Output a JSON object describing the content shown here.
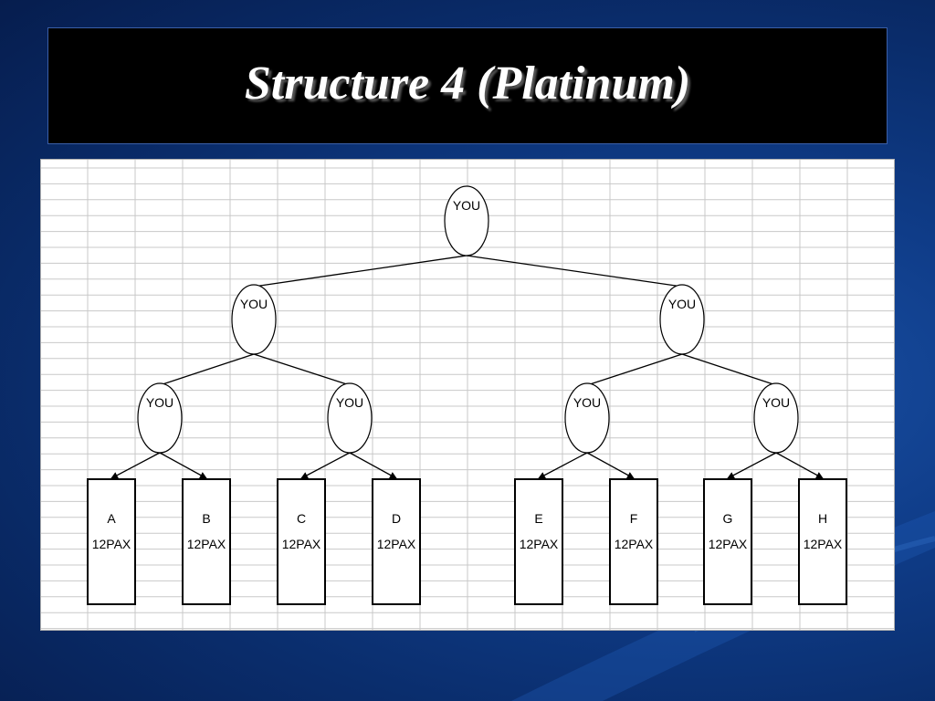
{
  "slide": {
    "title": "Structure 4 (Platinum)"
  },
  "tree": {
    "root": {
      "label": "YOU"
    },
    "level1": [
      {
        "label": "YOU"
      },
      {
        "label": "YOU"
      }
    ],
    "level2": [
      {
        "label": "YOU"
      },
      {
        "label": "YOU"
      },
      {
        "label": "YOU"
      },
      {
        "label": "YOU"
      }
    ],
    "leaves": [
      {
        "name": "A",
        "pax": "12PAX"
      },
      {
        "name": "B",
        "pax": "12PAX"
      },
      {
        "name": "C",
        "pax": "12PAX"
      },
      {
        "name": "D",
        "pax": "12PAX"
      },
      {
        "name": "E",
        "pax": "12PAX"
      },
      {
        "name": "F",
        "pax": "12PAX"
      },
      {
        "name": "G",
        "pax": "12PAX"
      },
      {
        "name": "H",
        "pax": "12PAX"
      }
    ]
  },
  "colors": {
    "background": "#0a2d6c",
    "title_bg": "#000000",
    "title_text": "#ffffff",
    "grid": "#c8c8c8"
  }
}
